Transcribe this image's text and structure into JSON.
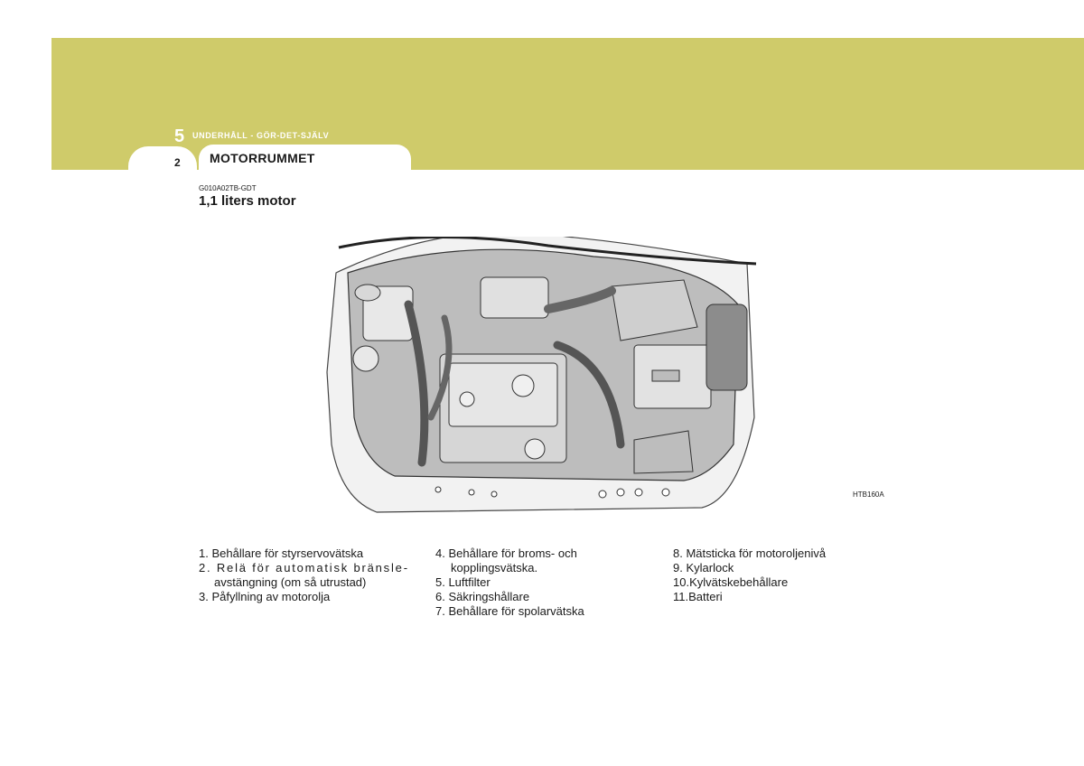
{
  "header": {
    "chapter_number": "5",
    "chapter_title": "UNDERHÅLL - GÖR-DET-SJÄLV",
    "page_number": "2",
    "section_title": "MOTORRUMMET"
  },
  "doc_code": "G010A02TB-GDT",
  "heading": "1,1 liters motor",
  "figure": {
    "code": "HTB160A",
    "icon": "engine-compartment-illustration"
  },
  "colors": {
    "banner": "#cfcb6a",
    "text": "#1a1a1a"
  },
  "legend": {
    "col1": [
      "1. Behållare för styrservovätska",
      "2. Relä för automatisk bränsle-",
      "avstängning (om så utrustad)",
      "3. Påfyllning av motorolja"
    ],
    "col2": [
      "4. Behållare för broms- och",
      "kopplingsvätska.",
      "5. Luftfilter",
      "6. Säkringshållare",
      "7. Behållare för spolarvätska"
    ],
    "col3": [
      "8. Mätsticka för motoroljenivå",
      "9. Kylarlock",
      "10.Kylvätskebehållare",
      "11.Batteri"
    ]
  }
}
